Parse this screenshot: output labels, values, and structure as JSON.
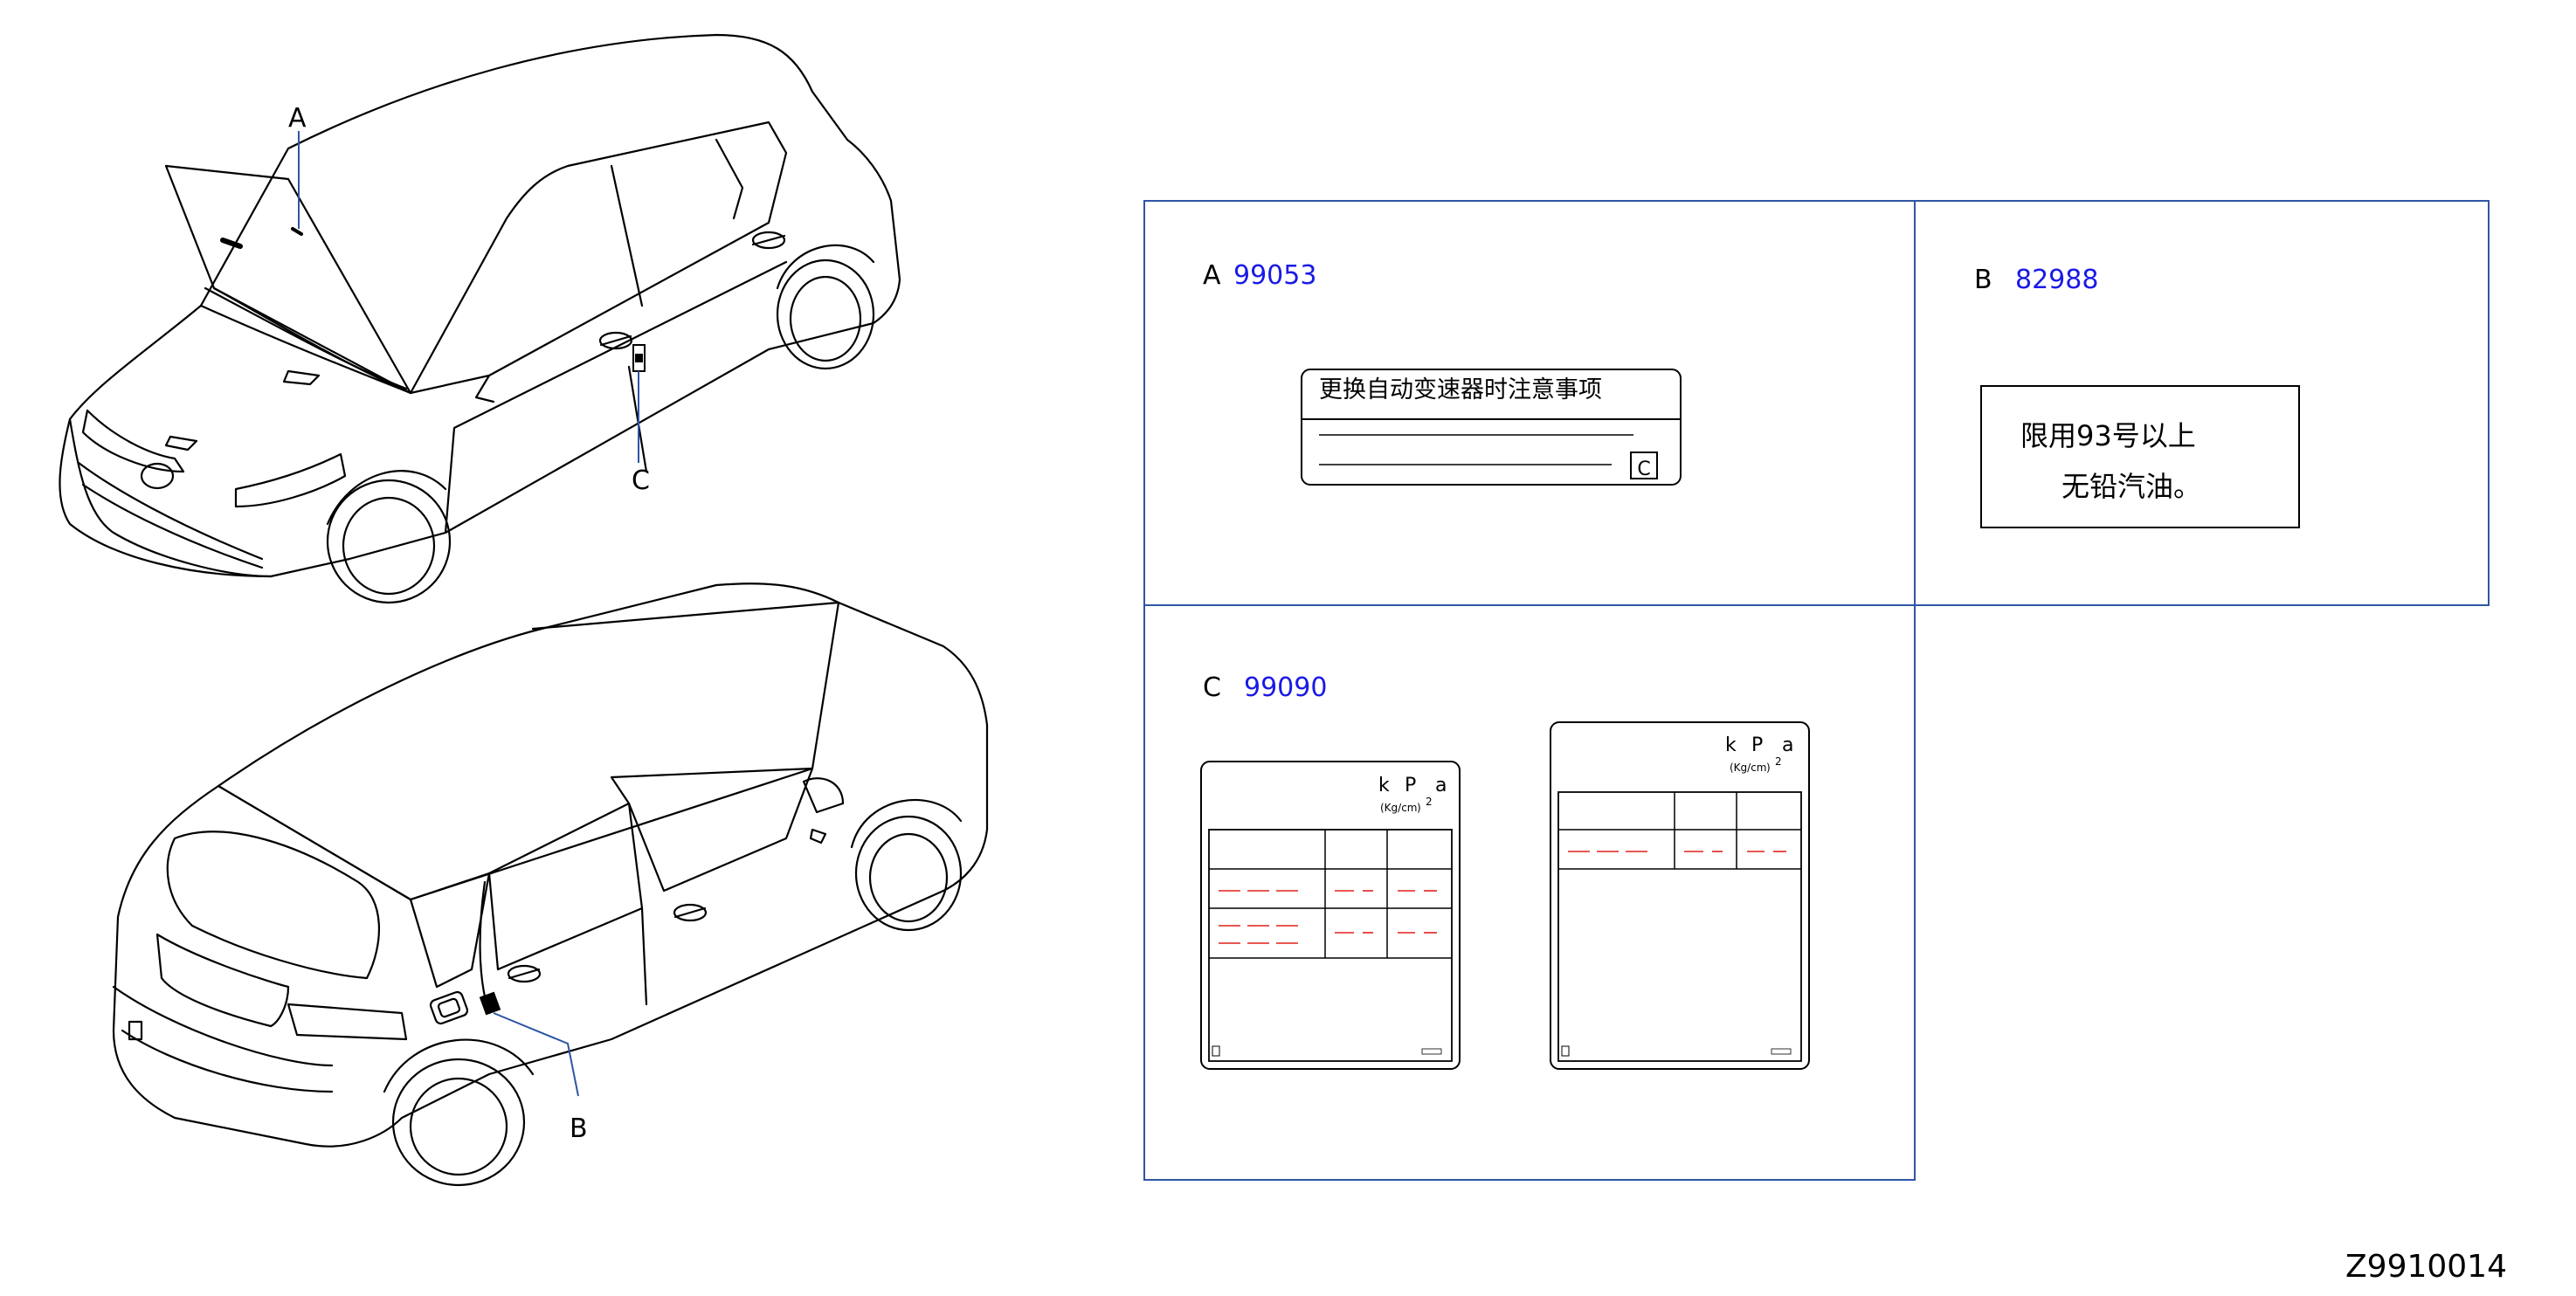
{
  "callouts": {
    "a": "A",
    "b": "B",
    "c": "C"
  },
  "panels": {
    "a": {
      "letter": "A",
      "code": "99053",
      "label_text": "更换自动变速器时注意事项",
      "box_letter": "C"
    },
    "b": {
      "letter": "B",
      "code": "82988",
      "line1": "限用93号以上",
      "line2": "无铅汽油。"
    },
    "c": {
      "letter": "C",
      "code": "99090",
      "unit_k": "k",
      "unit_p": "P",
      "unit_a": "a",
      "unit_sub": "(Kg/cm",
      "unit_exp": "2",
      "unit_close": ")"
    }
  },
  "accent_color": "#2f55a4",
  "code_color": "#1a1ae6",
  "dash_color": "#e0201c",
  "reference": "Z9910014"
}
